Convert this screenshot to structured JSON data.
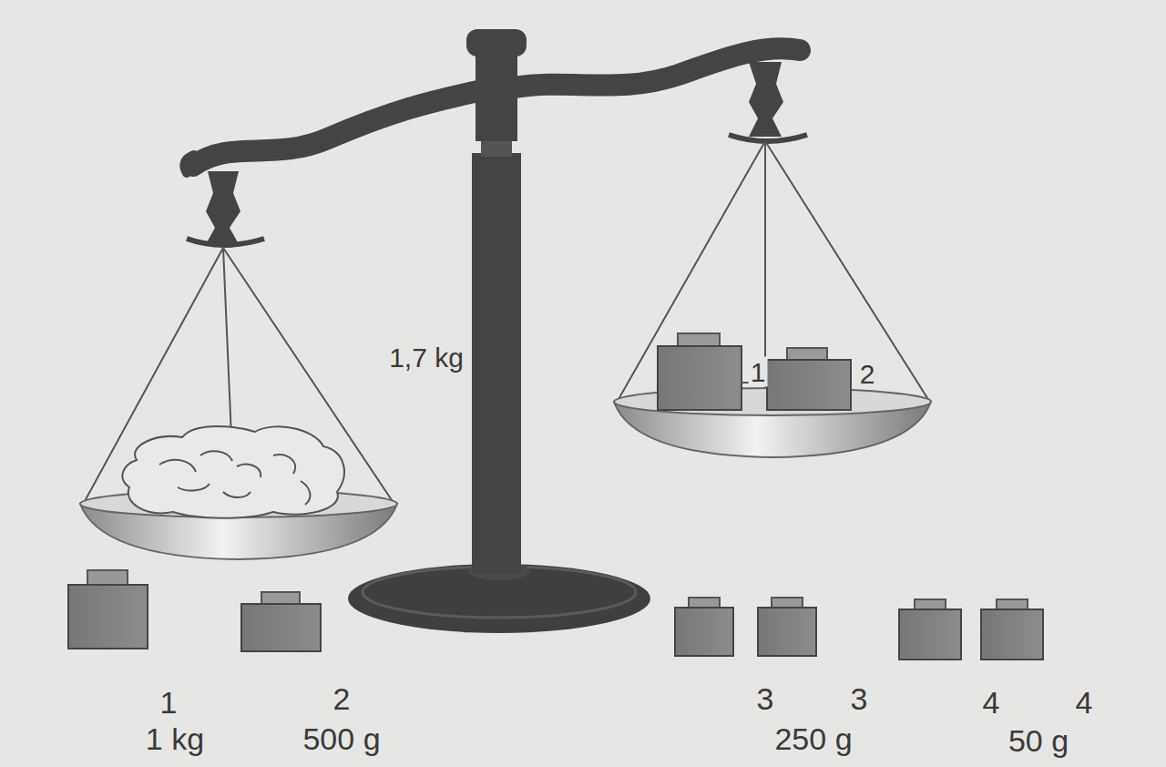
{
  "diagram": {
    "labels": [
      "1,7 kg",
      "1",
      "2",
      "1",
      "2",
      "3",
      "3",
      "4",
      "4",
      "1 kg",
      "500 g",
      "250 g",
      "50 g"
    ]
  }
}
